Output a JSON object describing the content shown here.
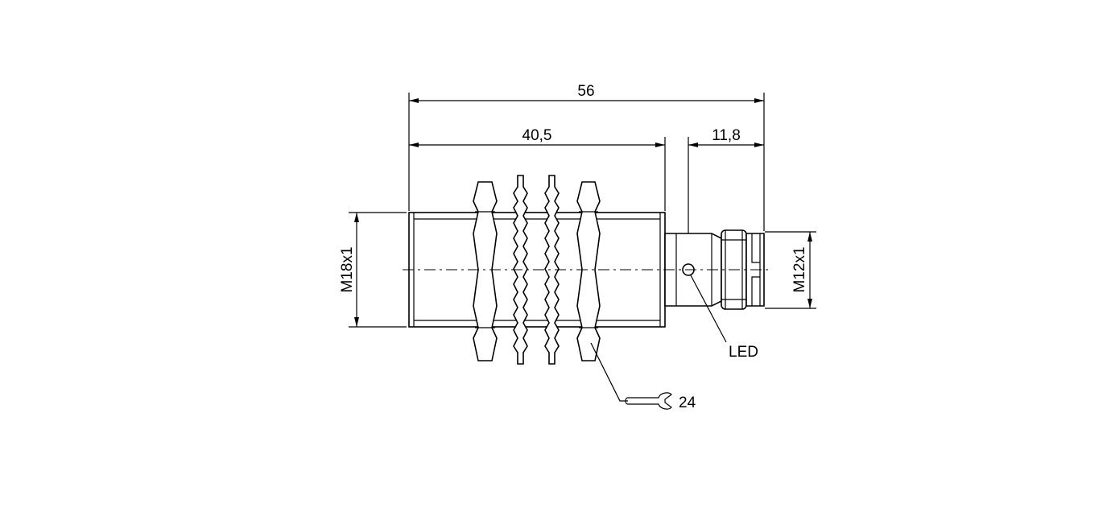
{
  "dimensions": {
    "overall_length": "56",
    "thread_length": "40,5",
    "connector_length": "11,8",
    "body_thread": "M18x1",
    "connector_thread": "M12x1"
  },
  "callouts": {
    "led": "LED",
    "wrench_size": "24"
  },
  "icons": {
    "wrench": "open-end-wrench-icon"
  },
  "colors": {
    "line": "#000000",
    "background": "#ffffff"
  }
}
